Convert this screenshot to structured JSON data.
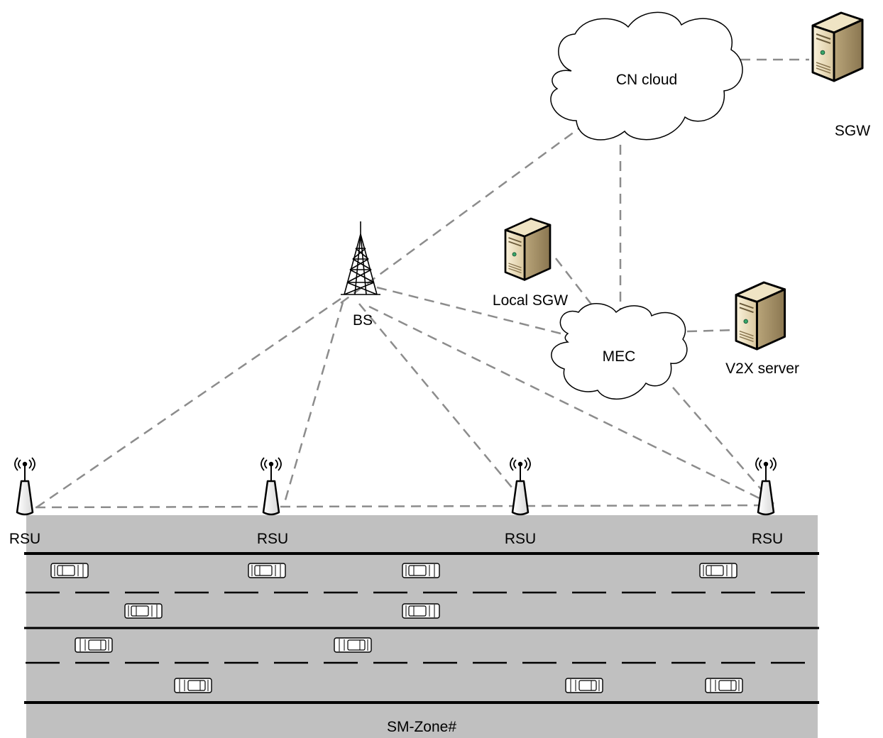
{
  "nodes": {
    "cn_cloud": "CN cloud",
    "sgw": "SGW",
    "local_sgw": "Local SGW",
    "mec": "MEC",
    "v2x_server": "V2X server",
    "bs": "BS",
    "rsu": [
      "RSU",
      "RSU",
      "RSU",
      "RSU"
    ]
  },
  "zone_label": "SM-Zone#",
  "colors": {
    "road": "#c0c0c0",
    "dash_link": "#8c8c8c",
    "server_body": "#e4d6b4",
    "server_dark": "#a8946a",
    "lane_line": "#000000"
  },
  "icons": {
    "tower": "cell-tower-icon",
    "server": "server-icon",
    "rsu": "rsu-antenna-icon",
    "car": "car-icon",
    "cloud": "cloud-icon"
  }
}
